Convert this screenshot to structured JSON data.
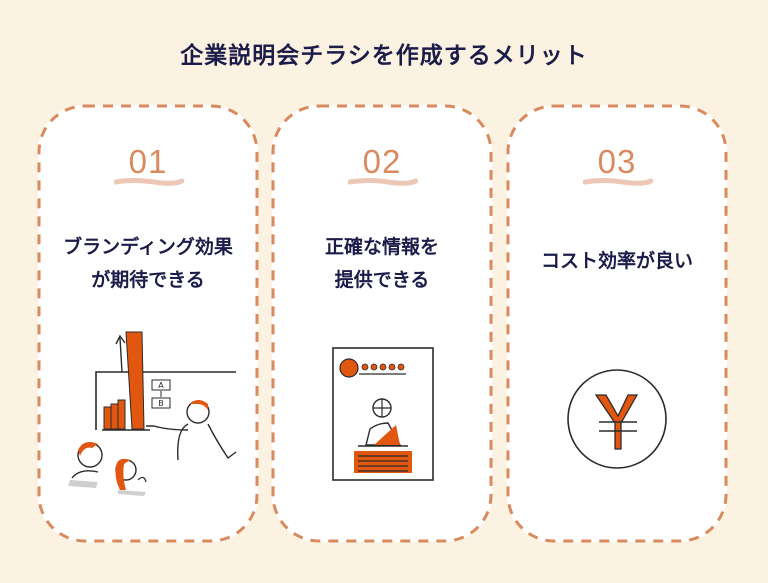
{
  "title": "企業説明会チラシを作成するメリット",
  "colors": {
    "background": "#fcf2e1",
    "card": "#ffffff",
    "dashed_border": "#d98a5e",
    "number": "#d98a5e",
    "heading_text": "#1c1c4a",
    "accent_orange": "#e2570f",
    "line_dark": "#2b2b2b"
  },
  "cards": [
    {
      "number": "01",
      "heading_lines": [
        "ブランディング効果",
        "が期待できる"
      ],
      "illustration": "presentation-icon",
      "illustration_labels": [
        "A",
        "B"
      ]
    },
    {
      "number": "02",
      "heading_lines": [
        "正確な情報を",
        "提供できる"
      ],
      "illustration": "flyer-document-icon"
    },
    {
      "number": "03",
      "heading_lines": [
        "コスト効率が良い"
      ],
      "illustration": "yen-icon",
      "symbol": "¥"
    }
  ]
}
